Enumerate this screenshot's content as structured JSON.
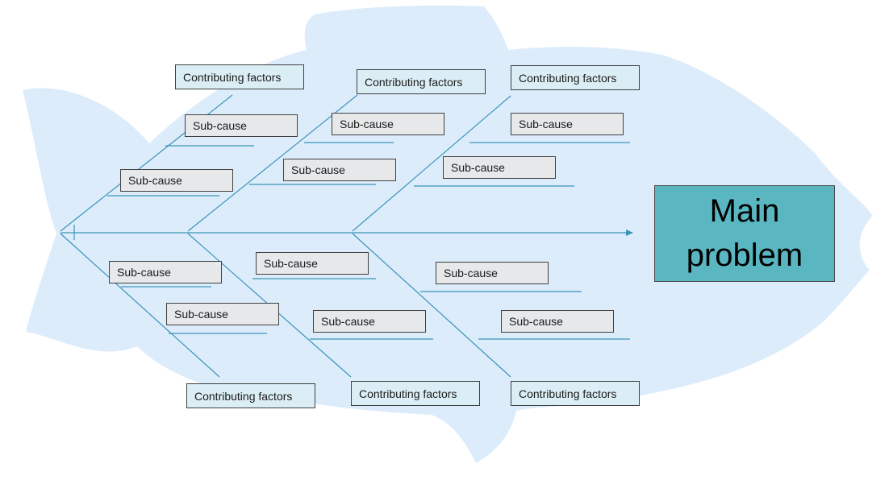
{
  "main_problem": "Main problem",
  "factor_label": "Contributing factors",
  "subcause_label": "Sub-cause",
  "colors": {
    "fish": "#dcecfb",
    "bone": "#3a95b8",
    "head_box": "#5ab6c0",
    "factor_box": "#dceef5",
    "subcause_box": "#e6e8ea"
  },
  "branches": [
    {
      "position": "top-left",
      "factor": "Contributing factors",
      "subcauses": [
        "Sub-cause",
        "Sub-cause"
      ]
    },
    {
      "position": "top-middle",
      "factor": "Contributing factors",
      "subcauses": [
        "Sub-cause",
        "Sub-cause"
      ]
    },
    {
      "position": "top-right",
      "factor": "Contributing factors",
      "subcauses": [
        "Sub-cause",
        "Sub-cause"
      ]
    },
    {
      "position": "bottom-left",
      "factor": "Contributing factors",
      "subcauses": [
        "Sub-cause",
        "Sub-cause"
      ]
    },
    {
      "position": "bottom-middle",
      "factor": "Contributing factors",
      "subcauses": [
        "Sub-cause",
        "Sub-cause"
      ]
    },
    {
      "position": "bottom-right",
      "factor": "Contributing factors",
      "subcauses": [
        "Sub-cause",
        "Sub-cause"
      ]
    }
  ]
}
